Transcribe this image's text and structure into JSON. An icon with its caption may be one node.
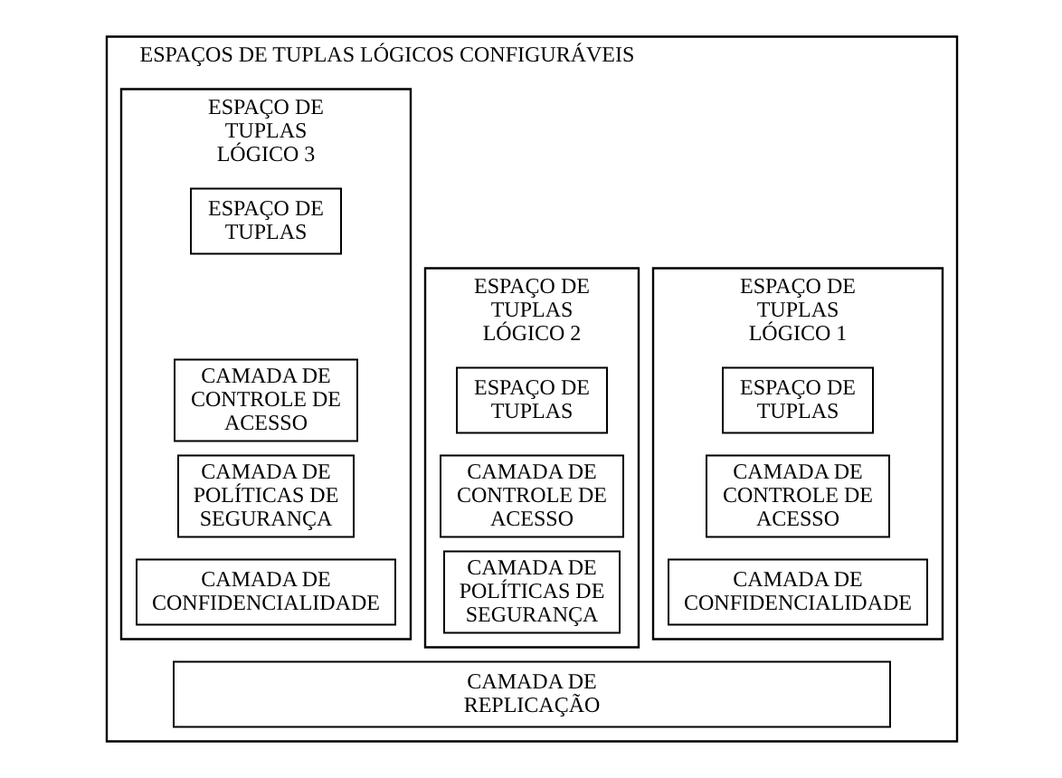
{
  "diagram": {
    "nodes": [
      {
        "text": [
          "ESPAÇOS DE TUPLAS LÓGICOS CONFIGURÁVEIS"
        ]
      },
      {
        "text": [
          "ESPAÇO DE TUPLAS LÓGICO 1"
        ],
        "in": 0
      },
      {
        "text": [
          "ESPAÇO DE TUPLAS"
        ],
        "in": 1
      },
      {
        "text": [
          "CAMADA DE CONTROLE DE ACESSO"
        ],
        "in": 1
      },
      {
        "text": [
          "CAMADA DE CONFIDENCIALIDADE"
        ],
        "in": 1
      },
      {
        "text": [
          "ESPAÇO DE TUPLAS LÓGICO 2"
        ],
        "in": 0
      },
      {
        "text": [
          "ESPAÇO DE TUPLAS"
        ],
        "in": 5
      },
      {
        "text": [
          "CAMADA DE CONTROLE DE ACESSO"
        ],
        "in": 5
      },
      {
        "text": [
          "CAMADA DE POLÍTICAS DE SEGURANÇA"
        ],
        "in": 5
      },
      {
        "text": [
          "ESPAÇO DE TUPLAS LÓGICO 3"
        ],
        "in": 0
      },
      {
        "text": [
          "ESPAÇO DE TUPLAS"
        ],
        "in": 9
      },
      {
        "text": [
          "CAMADA DE CONTROLE DE ACESSO"
        ],
        "in": 9
      },
      {
        "text": [
          "CAMADA DE POLÍTICAS DE SEGURANÇA"
        ],
        "in": 9
      },
      {
        "text": [
          "CAMADA DE CONFIDENCIALIDADE"
        ],
        "in": 9
      },
      {
        "text": [
          "CAMADA DE REPLICAÇÃO"
        ],
        "in": 0
      }
    ],
    "edges": []
  }
}
